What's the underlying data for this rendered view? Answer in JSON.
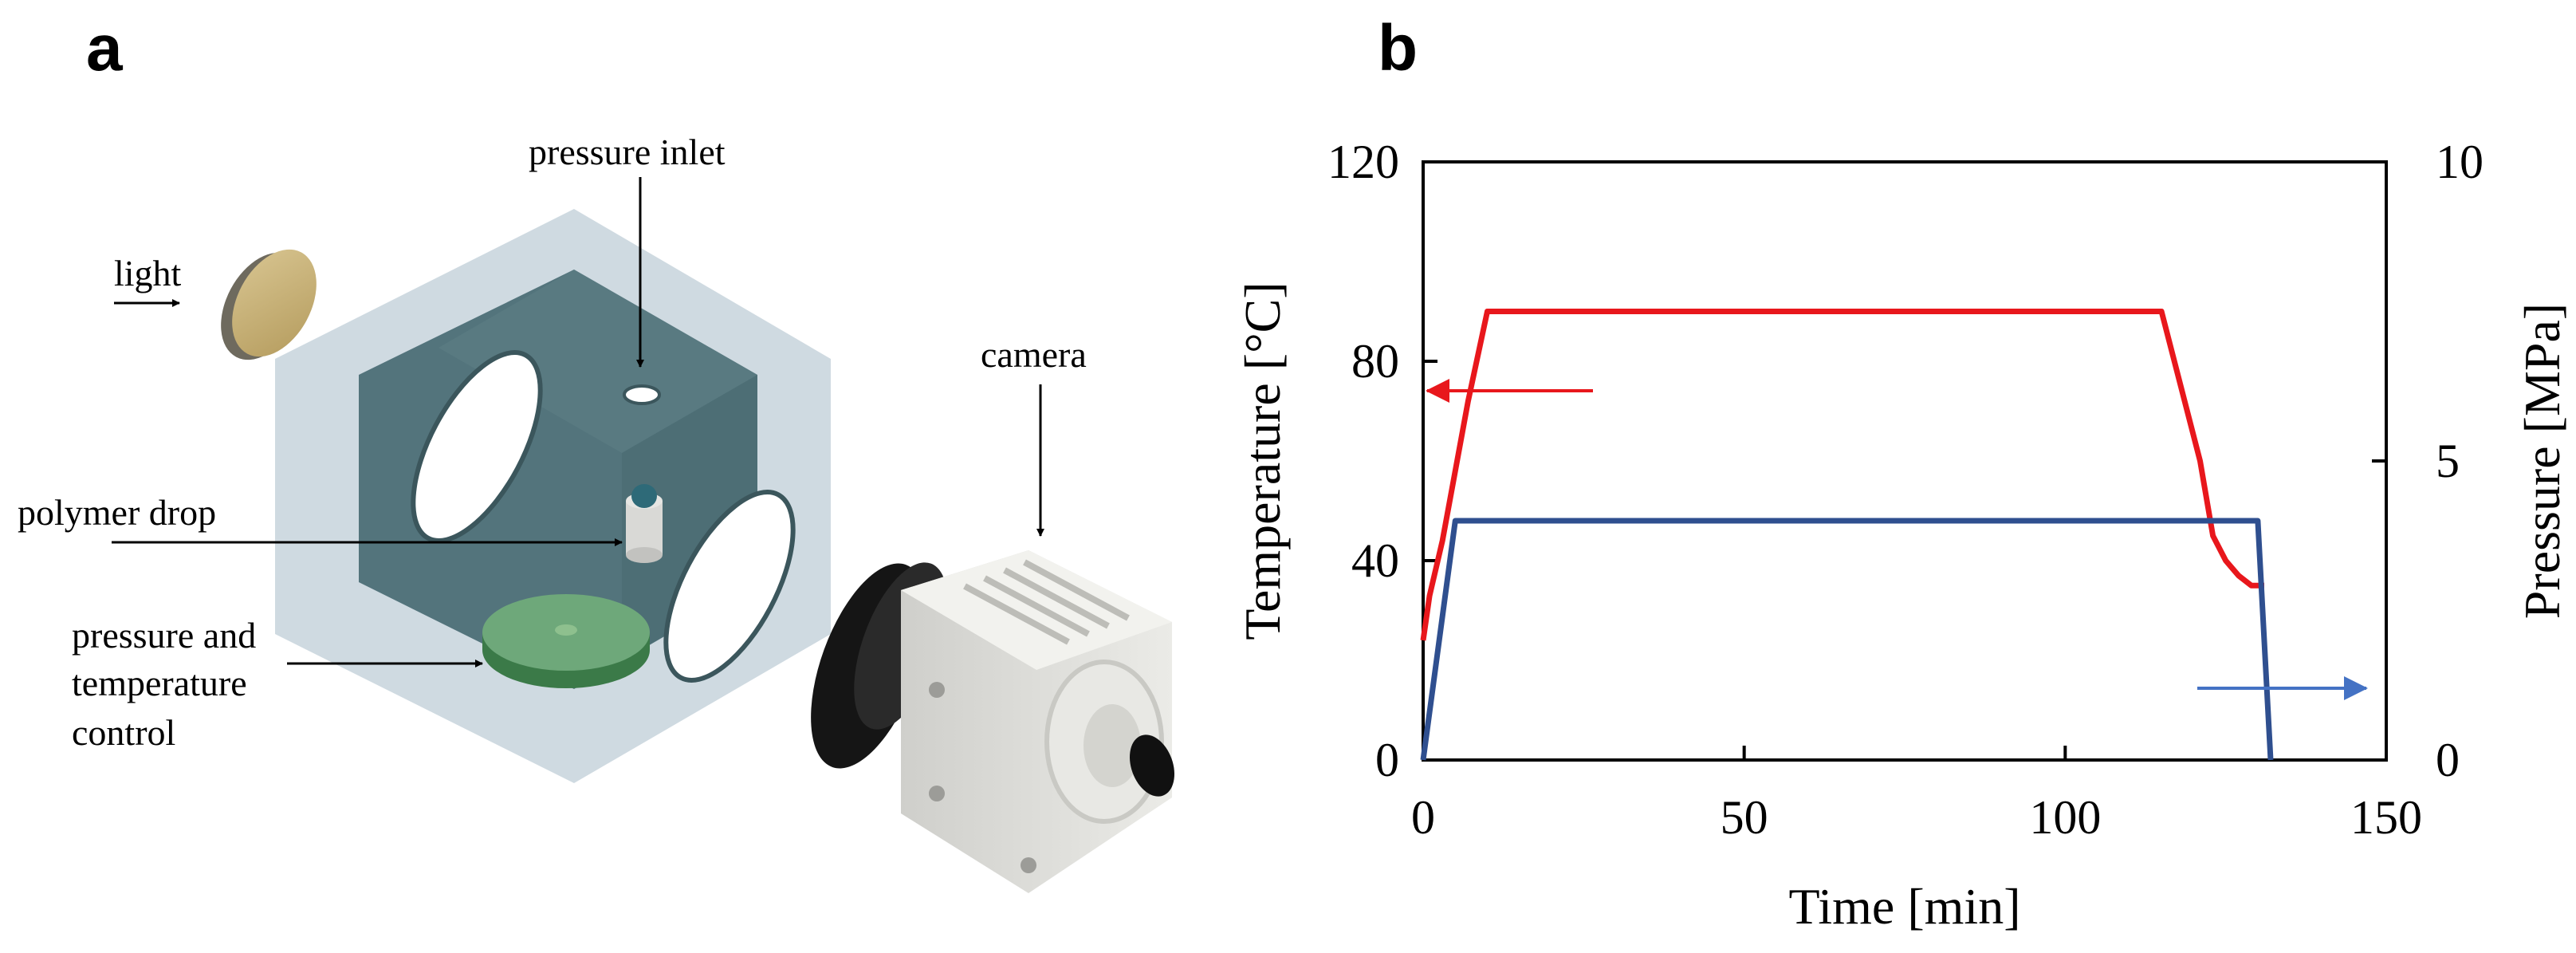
{
  "panel_a": {
    "label": "a",
    "annotations": {
      "light": "light",
      "pressure_inlet": "pressure inlet",
      "polymer_drop": "polymer drop",
      "control_line1": "pressure and",
      "control_line2": "temperature",
      "control_line3": "control",
      "camera": "camera"
    }
  },
  "panel_b": {
    "label": "b"
  },
  "chart_data": {
    "type": "line",
    "title": "",
    "xlabel": "Time [min]",
    "ylabel_left": "Temperature  [°C]",
    "ylabel_right": "Pressure  [MPa]",
    "xlim": [
      0,
      150
    ],
    "ylim_left": [
      0,
      120
    ],
    "ylim_right": [
      0,
      10
    ],
    "xticks": [
      0,
      50,
      100,
      150
    ],
    "yticks_left": [
      0,
      40,
      80,
      120
    ],
    "yticks_right": [
      0,
      5,
      10
    ],
    "grid": false,
    "series": [
      {
        "axis": "left",
        "color": "#e8171c",
        "x": [
          0,
          1,
          3,
          5,
          7,
          10,
          115,
          118,
          121,
          123,
          125,
          127,
          129,
          131
        ],
        "y": [
          24,
          33,
          44,
          58,
          72,
          90,
          90,
          75,
          60,
          45,
          40,
          37,
          35,
          35
        ]
      },
      {
        "axis": "right",
        "color": "#2f4f8f",
        "x": [
          0,
          5,
          130,
          132
        ],
        "y": [
          0,
          4,
          4,
          0
        ]
      }
    ],
    "arrow_colors": {
      "temperature": "#e8171c",
      "pressure": "#4472c4"
    }
  }
}
